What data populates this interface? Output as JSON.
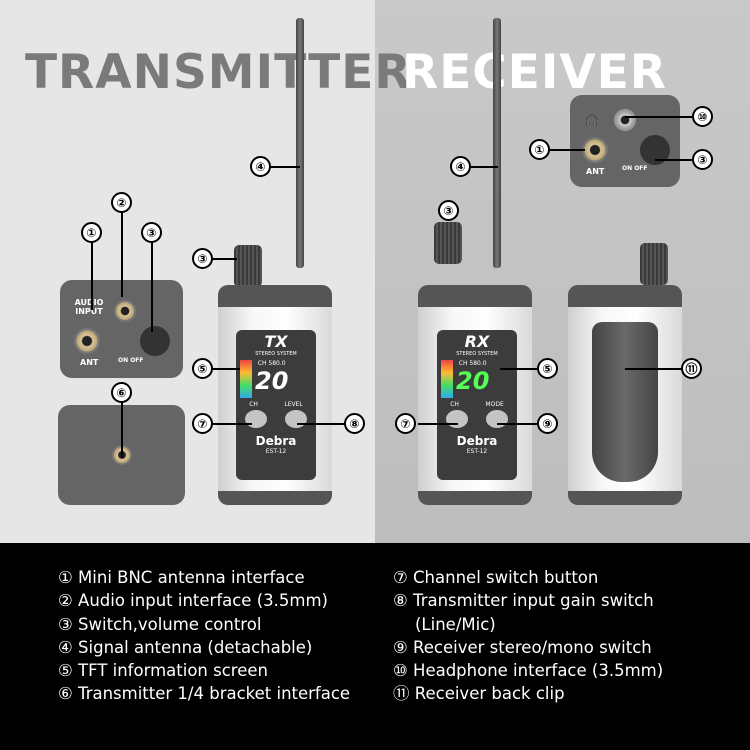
{
  "titles": {
    "transmitter": "TRANSMITTER",
    "receiver": "RECEIVER"
  },
  "colors": {
    "left_bg": "#e6e6e6",
    "right_bg": "#c4c4c4",
    "legend_bg": "#000000",
    "title_tx": "#7a7a7a",
    "title_rx": "#ffffff"
  },
  "tx": {
    "logo": "TX",
    "system": "STEREO SYSTEM",
    "channel": "CH 580.0",
    "number": "20",
    "btn1": "CH",
    "btn2": "LEVEL",
    "brand": "Debra",
    "model": "EST-12",
    "panel_label1": "AUDIO INPUT",
    "panel_label2": "ANT",
    "onoff": "ON  OFF"
  },
  "rx": {
    "logo": "RX",
    "system": "STEREO SYSTEM",
    "channel": "CH 580.0",
    "number": "20",
    "btn1": "CH",
    "btn2": "MODE",
    "brand": "Debra",
    "model": "EST-12",
    "panel_label": "ANT",
    "onoff": "ON  OFF"
  },
  "callouts": [
    "①",
    "②",
    "③",
    "④",
    "⑤",
    "⑥",
    "⑦",
    "⑧",
    "⑨",
    "⑩",
    "⑪"
  ],
  "legend": {
    "left": [
      "① Mini BNC antenna interface",
      "② Audio input interface (3.5mm)",
      "③ Switch,volume control",
      "④ Signal antenna (detachable)",
      "⑤ TFT information screen",
      "⑥ Transmitter 1/4 bracket interface"
    ],
    "right": [
      "⑦ Channel switch button",
      "⑧ Transmitter input gain switch",
      "(Line/Mic)",
      "⑨ Receiver stereo/mono switch",
      "⑩ Headphone interface (3.5mm)",
      "⑪ Receiver back clip"
    ]
  }
}
